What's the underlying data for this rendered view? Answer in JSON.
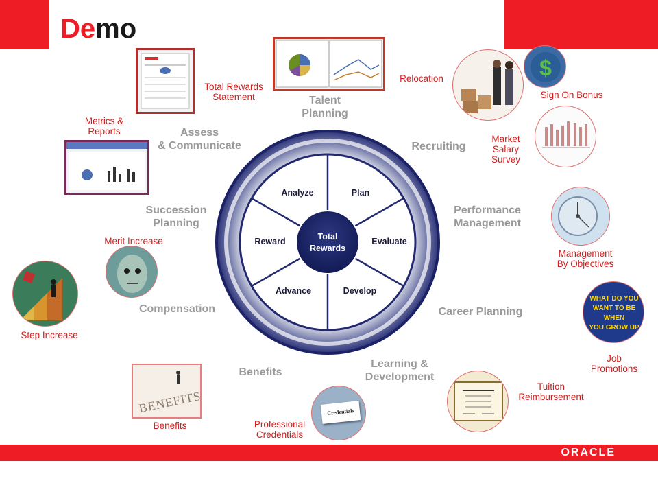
{
  "slide": {
    "title_part1": "De",
    "title_part2": "mo",
    "brand_color": "#ee1c25"
  },
  "wheel": {
    "center": [
      "Total",
      "Rewards"
    ],
    "inner_segments": [
      "Analyze",
      "Plan",
      "Evaluate",
      "Develop",
      "Advance",
      "Reward"
    ],
    "outer_labels": {
      "talent_planning": [
        "Talent",
        "Planning"
      ],
      "recruiting": "Recruiting",
      "performance_management": [
        "Performance",
        "Management"
      ],
      "career_planning": "Career Planning",
      "learning_development": [
        "Learning &",
        "Development"
      ],
      "benefits": "Benefits",
      "compensation": "Compensation",
      "succession_planning": [
        "Succession",
        "Planning"
      ],
      "assess_communicate": [
        "Assess",
        "& Communicate"
      ]
    }
  },
  "callouts": {
    "total_rewards_statement": [
      "Total Rewards",
      "Statement"
    ],
    "metrics_reports": [
      "Metrics &",
      "Reports"
    ],
    "relocation": "Relocation",
    "sign_on_bonus": "Sign On Bonus",
    "market_salary_survey": [
      "Market",
      "Salary",
      "Survey"
    ],
    "management_by_objectives": [
      "Management",
      "By Objectives"
    ],
    "job_promotions": [
      "Job",
      "Promotions"
    ],
    "tuition_reimbursement": [
      "Tuition",
      "Reimbursement"
    ],
    "professional_credentials": [
      "Professional",
      "Credentials"
    ],
    "benefits_image": "Benefits",
    "step_increase": "Step Increase",
    "merit_increase": "Merit Increase"
  },
  "image_text": {
    "job_promotions_poster": [
      "WHAT DO YOU",
      "WANT TO BE WHEN",
      "YOU GROW UP"
    ],
    "credentials_card": "Credentials",
    "benefits_paper": "BENEFITS"
  },
  "footer": {
    "logo": "ORACLE"
  }
}
